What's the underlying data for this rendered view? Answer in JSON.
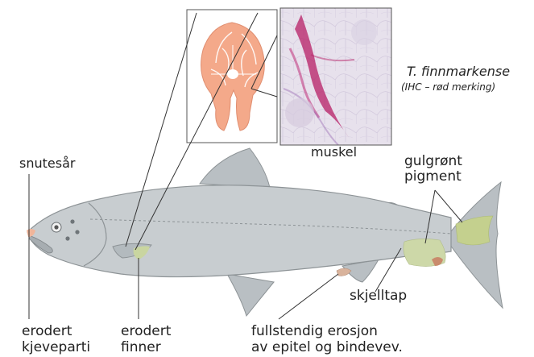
{
  "labels": {
    "species": "T. finnmarkense",
    "method": "(IHC – rød merking)",
    "muscle": "muskel",
    "snout": "snutesår",
    "pigment_line1": "gulgrønt",
    "pigment_line2": "pigment",
    "scale_loss": "skjelltap",
    "jaw_line1": "erodert",
    "jaw_line2": "kjeveparti",
    "fins_line1": "erodert",
    "fins_line2": "finner",
    "erosion_line1": "fullstendig erosjon",
    "erosion_line2": "av epitel og bindevev."
  },
  "colors": {
    "fish_body": "#c8cdd0",
    "fish_outline": "#8d9396",
    "fin": "#b7bdc1",
    "fillet": "#f4a98a",
    "pigment": "#cdd8a8",
    "ihc_stain": "#b8256a",
    "histo_bg": "#e7e1ec",
    "snout_wound": "#f0b59a"
  }
}
